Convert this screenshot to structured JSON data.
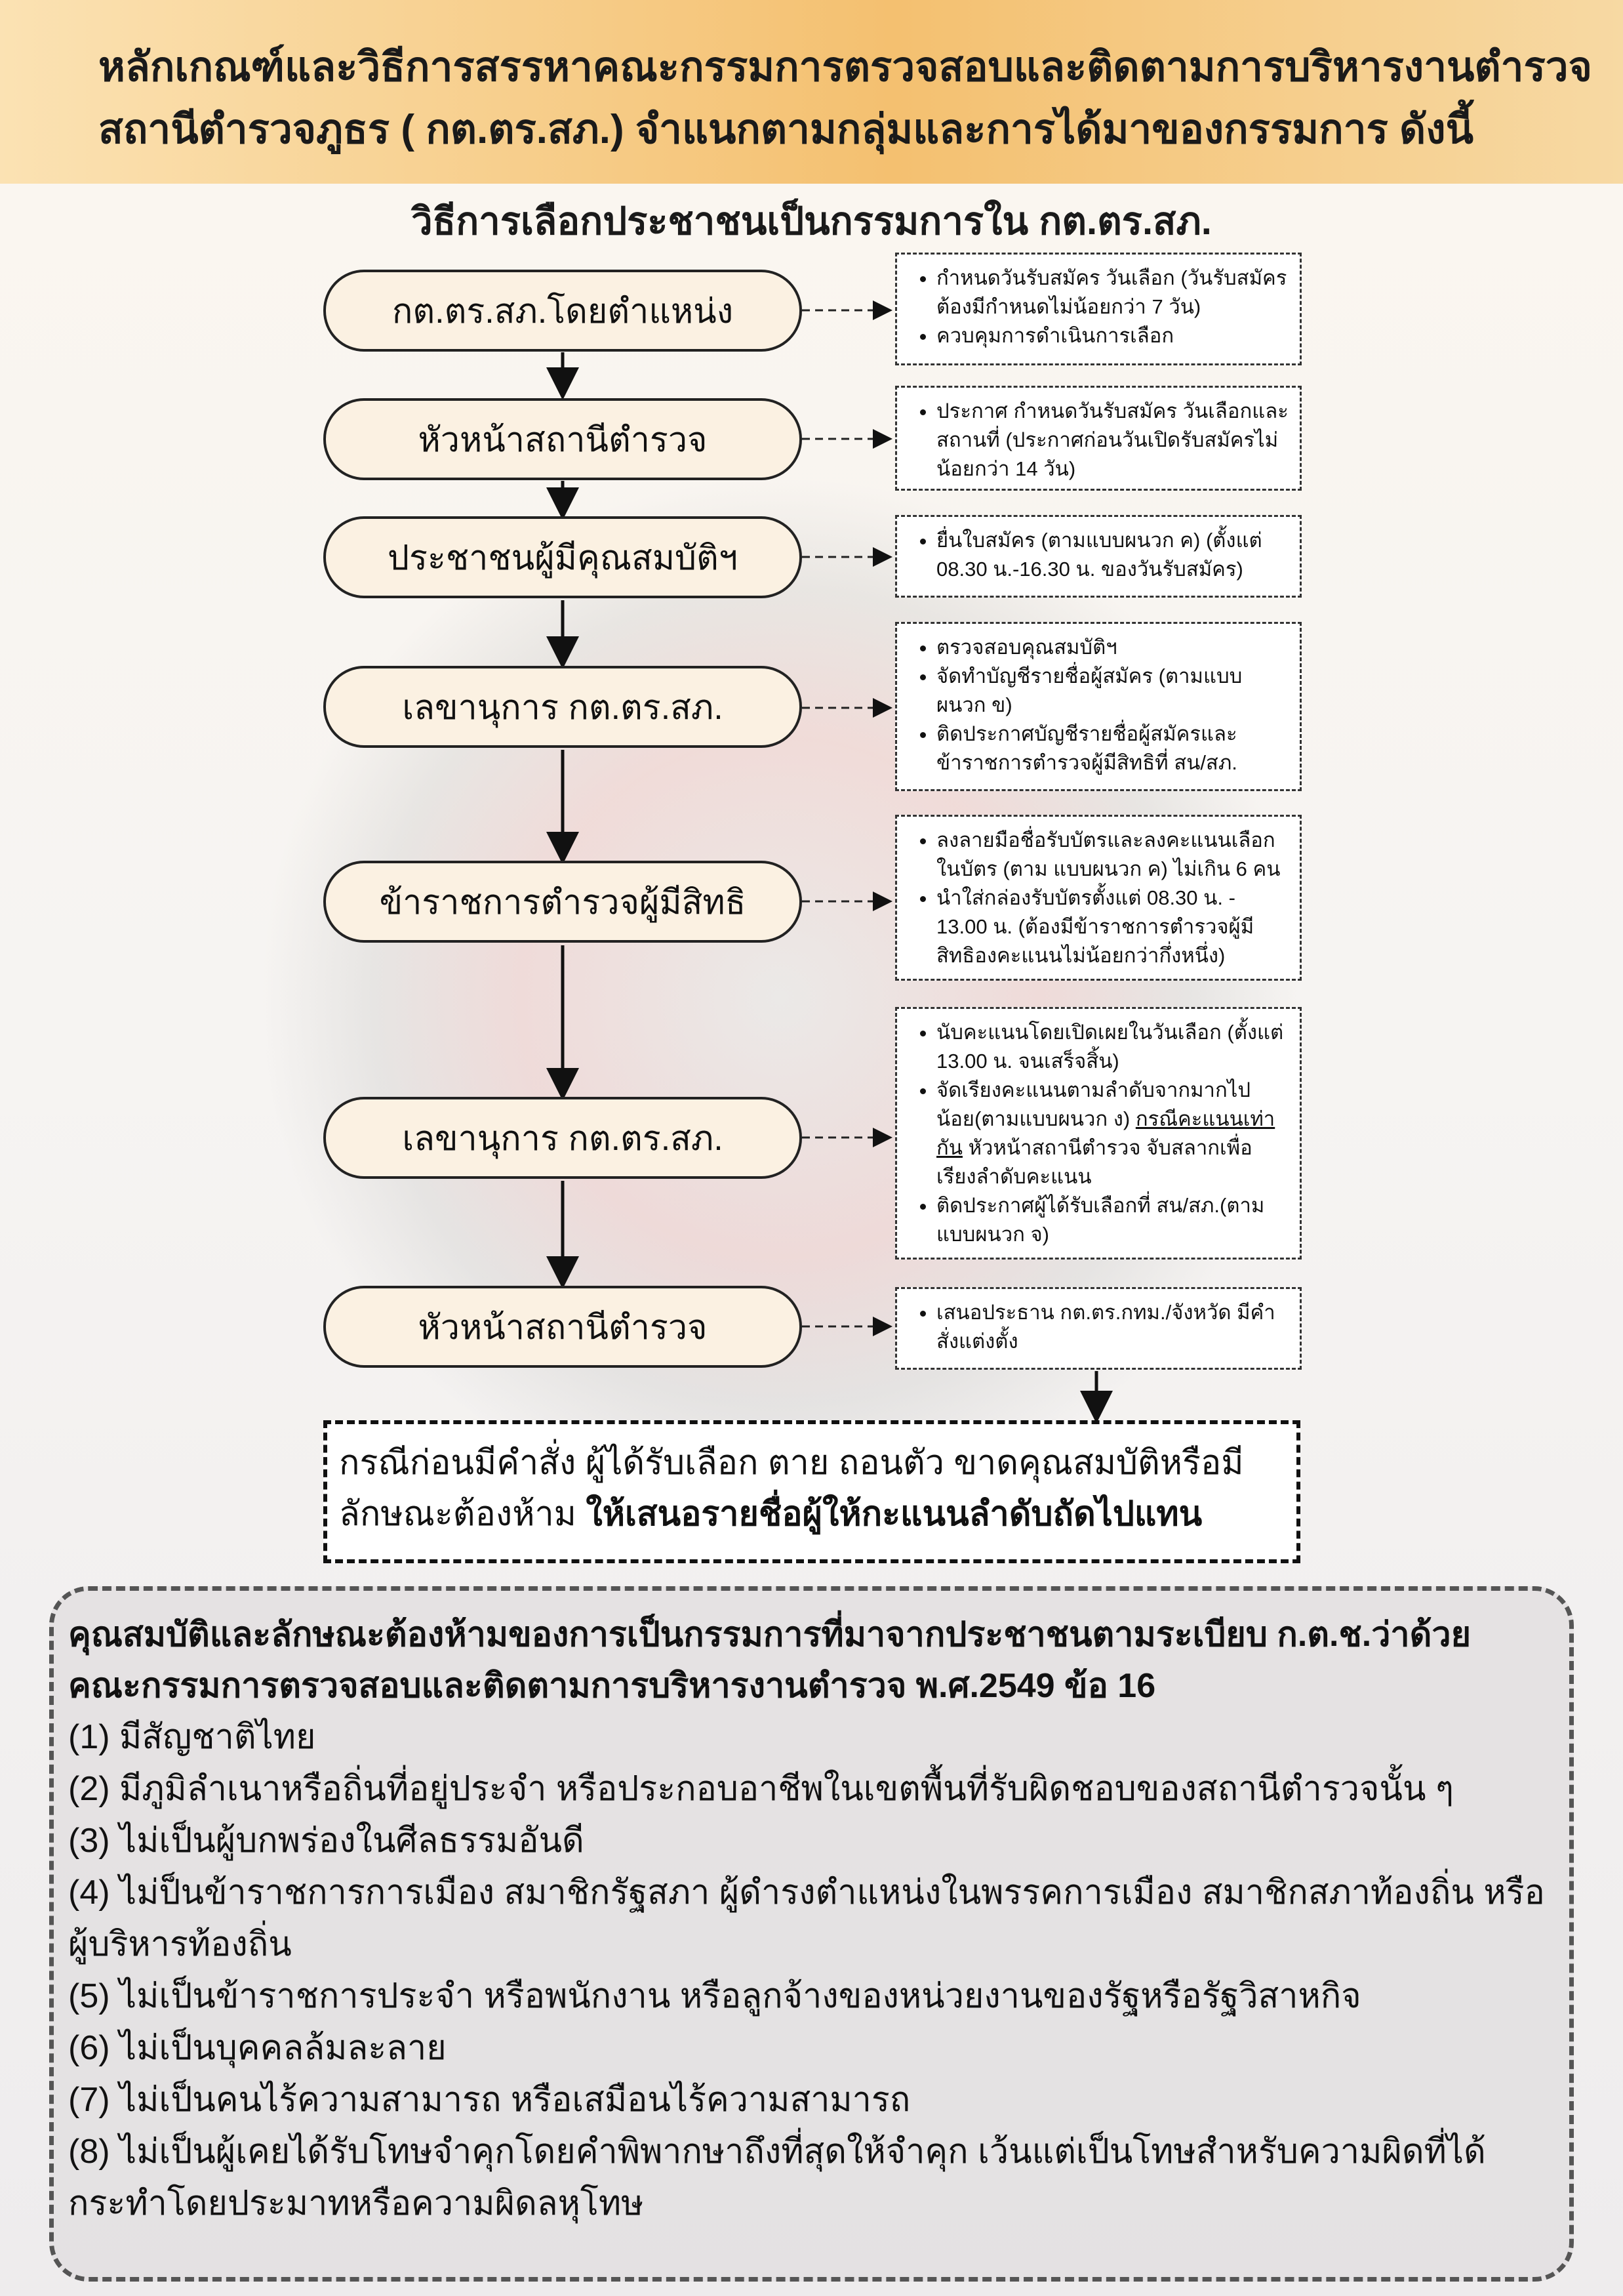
{
  "header": {
    "title_line1": "หลักเกณฑ์และวิธีการสรรหาคณะกรรมการตรวจสอบและติดตามการบริหารงานตำรวจ",
    "title_line2": "สถานีตำรวจภูธร ( กต.ตร.สภ.) จำแนกตามกลุ่มและการได้มาของกรรมการ ดังนี้"
  },
  "section_title": "วิธีการเลือกประชาชนเป็นกรรมการใน กต.ตร.สภ.",
  "steps": [
    {
      "label": "กต.ตร.สภ.โดยตำแหน่ง",
      "notes": [
        "กำหนดวันรับสมัคร วันเลือก (วันรับสมัครต้องมีกำหนดไม่น้อยกว่า 7 วัน)",
        "ควบคุมการดำเนินการเลือก"
      ]
    },
    {
      "label": "หัวหน้าสถานีตำรวจ",
      "notes": [
        "ประกาศ กำหนดวันรับสมัคร วันเลือกและสถานที่ (ประกาศก่อนวันเปิดรับสมัครไม่น้อยกว่า 14 วัน)"
      ]
    },
    {
      "label": "ประชาชนผู้มีคุณสมบัติฯ",
      "notes": [
        "ยื่นใบสมัคร (ตามแบบผนวก ค) (ตั้งแต่ 08.30 น.-16.30 น. ของวันรับสมัคร)"
      ]
    },
    {
      "label": "เลขานุการ กต.ตร.สภ.",
      "notes": [
        "ตรวจสอบคุณสมบัติฯ",
        "จัดทำบัญชีรายชื่อผู้สมัคร (ตามแบบผนวก ข)",
        "ติดประกาศบัญชีรายชื่อผู้สมัครและข้าราชการตำรวจผู้มีสิทธิที่ สน/สภ."
      ]
    },
    {
      "label": "ข้าราชการตำรวจผู้มีสิทธิ",
      "notes": [
        "ลงลายมือชื่อรับบัตรและลงคะแนนเลือกในบัตร (ตาม แบบผนวก ค) ไม่เกิน 6 คน",
        "นำใส่กล่องรับบัตรตั้งแต่ 08.30 น. - 13.00 น. (ต้องมีข้าราชการตำรวจผู้มีสิทธิองคะแนนไม่น้อยกว่ากึ่งหนึ่ง)"
      ]
    },
    {
      "label": "เลขานุการ กต.ตร.สภ.",
      "notes": [
        "นับคะแนนโดยเปิดเผยในวันเลือก (ตั้งแต่ 13.00 น. จนเสร็จสิ้น)",
        "ติดประกาศผู้ได้รับเลือกที่ สน/สภ.(ตามแบบผนวก จ)"
      ],
      "note_rank": {
        "pre": "จัดเรียงคะแนนตามลำดับจากมากไปน้อย(ตามแบบผนวก ง) ",
        "underlined": "กรณีคะแนนเท่ากัน",
        "post": " หัวหน้าสถานีตำรวจ จับสลากเพื่อเรียงลำดับคะแนน"
      }
    },
    {
      "label": "หัวหน้าสถานีตำรวจ",
      "notes": [
        "เสนอประธาน กต.ตร.กทม./จังหวัด มีคำสั่งแต่งตั้ง"
      ]
    }
  ],
  "case_note": {
    "line1": "กรณีก่อนมีคำสั่ง ผู้ได้รับเลือก ตาย ถอนตัว ขาดคุณสมบัติหรือมี",
    "line2_plain": "ลักษณะต้องห้าม ",
    "line2_bold": "ให้เสนอรายชื่อผู้ให้กะแนนลำดับถัดไปแทน"
  },
  "qualifications": {
    "heading_line1": "คุณสมบัติและลักษณะต้องห้ามของการเป็นกรรมการที่มาจากประชาชนตามระเบียบ ก.ต.ช.ว่าด้วย",
    "heading_line2": "คณะกรรมการตรวจสอบและติดตามการบริหารงานตำรวจ พ.ศ.2549 ข้อ 16",
    "items": [
      "(1) มีสัญชาติไทย",
      "(2) มีภูมิลำเนาหรือถิ่นที่อยู่ประจำ หรือประกอบอาชีพในเขตพื้นที่รับผิดชอบของสถานีตำรวจนั้น ๆ",
      "(3) ไม่เป็นผู้บกพร่องในศีลธรรมอันดี",
      "(4) ไม่ป็นข้าราชการการเมือง สมาชิกรัฐสภา ผู้ดำรงตำแหน่งในพรรคการเมือง สมาชิกสภาท้องถิ่น หรือผู้บริหารท้องถิ่น",
      "(5) ไม่เป็นข้าราชการประจำ หรือพนักงาน หรือลูกจ้างของหน่วยงานของรัฐหรือรัฐวิสาหกิจ",
      "(6) ไม่เป็นบุคคลล้มละลาย",
      "(7) ไม่เป็นคนไร้ความสามารถ หรือเสมือนไร้ความสามารถ",
      "(8) ไม่เป็นผู้เคยได้รับโทษจำคุกโดยคำพิพากษาถึงที่สุดให้จำคุก เว้นแต่เป็นโทษสำหรับความผิดที่ได้กระทำโดยประมาทหรือความผิดลหุโทษ"
    ]
  },
  "colors": {
    "header_band": "#f4c070",
    "box_fill": "#fbf1e2",
    "qual_fill": "#e0dddf"
  }
}
